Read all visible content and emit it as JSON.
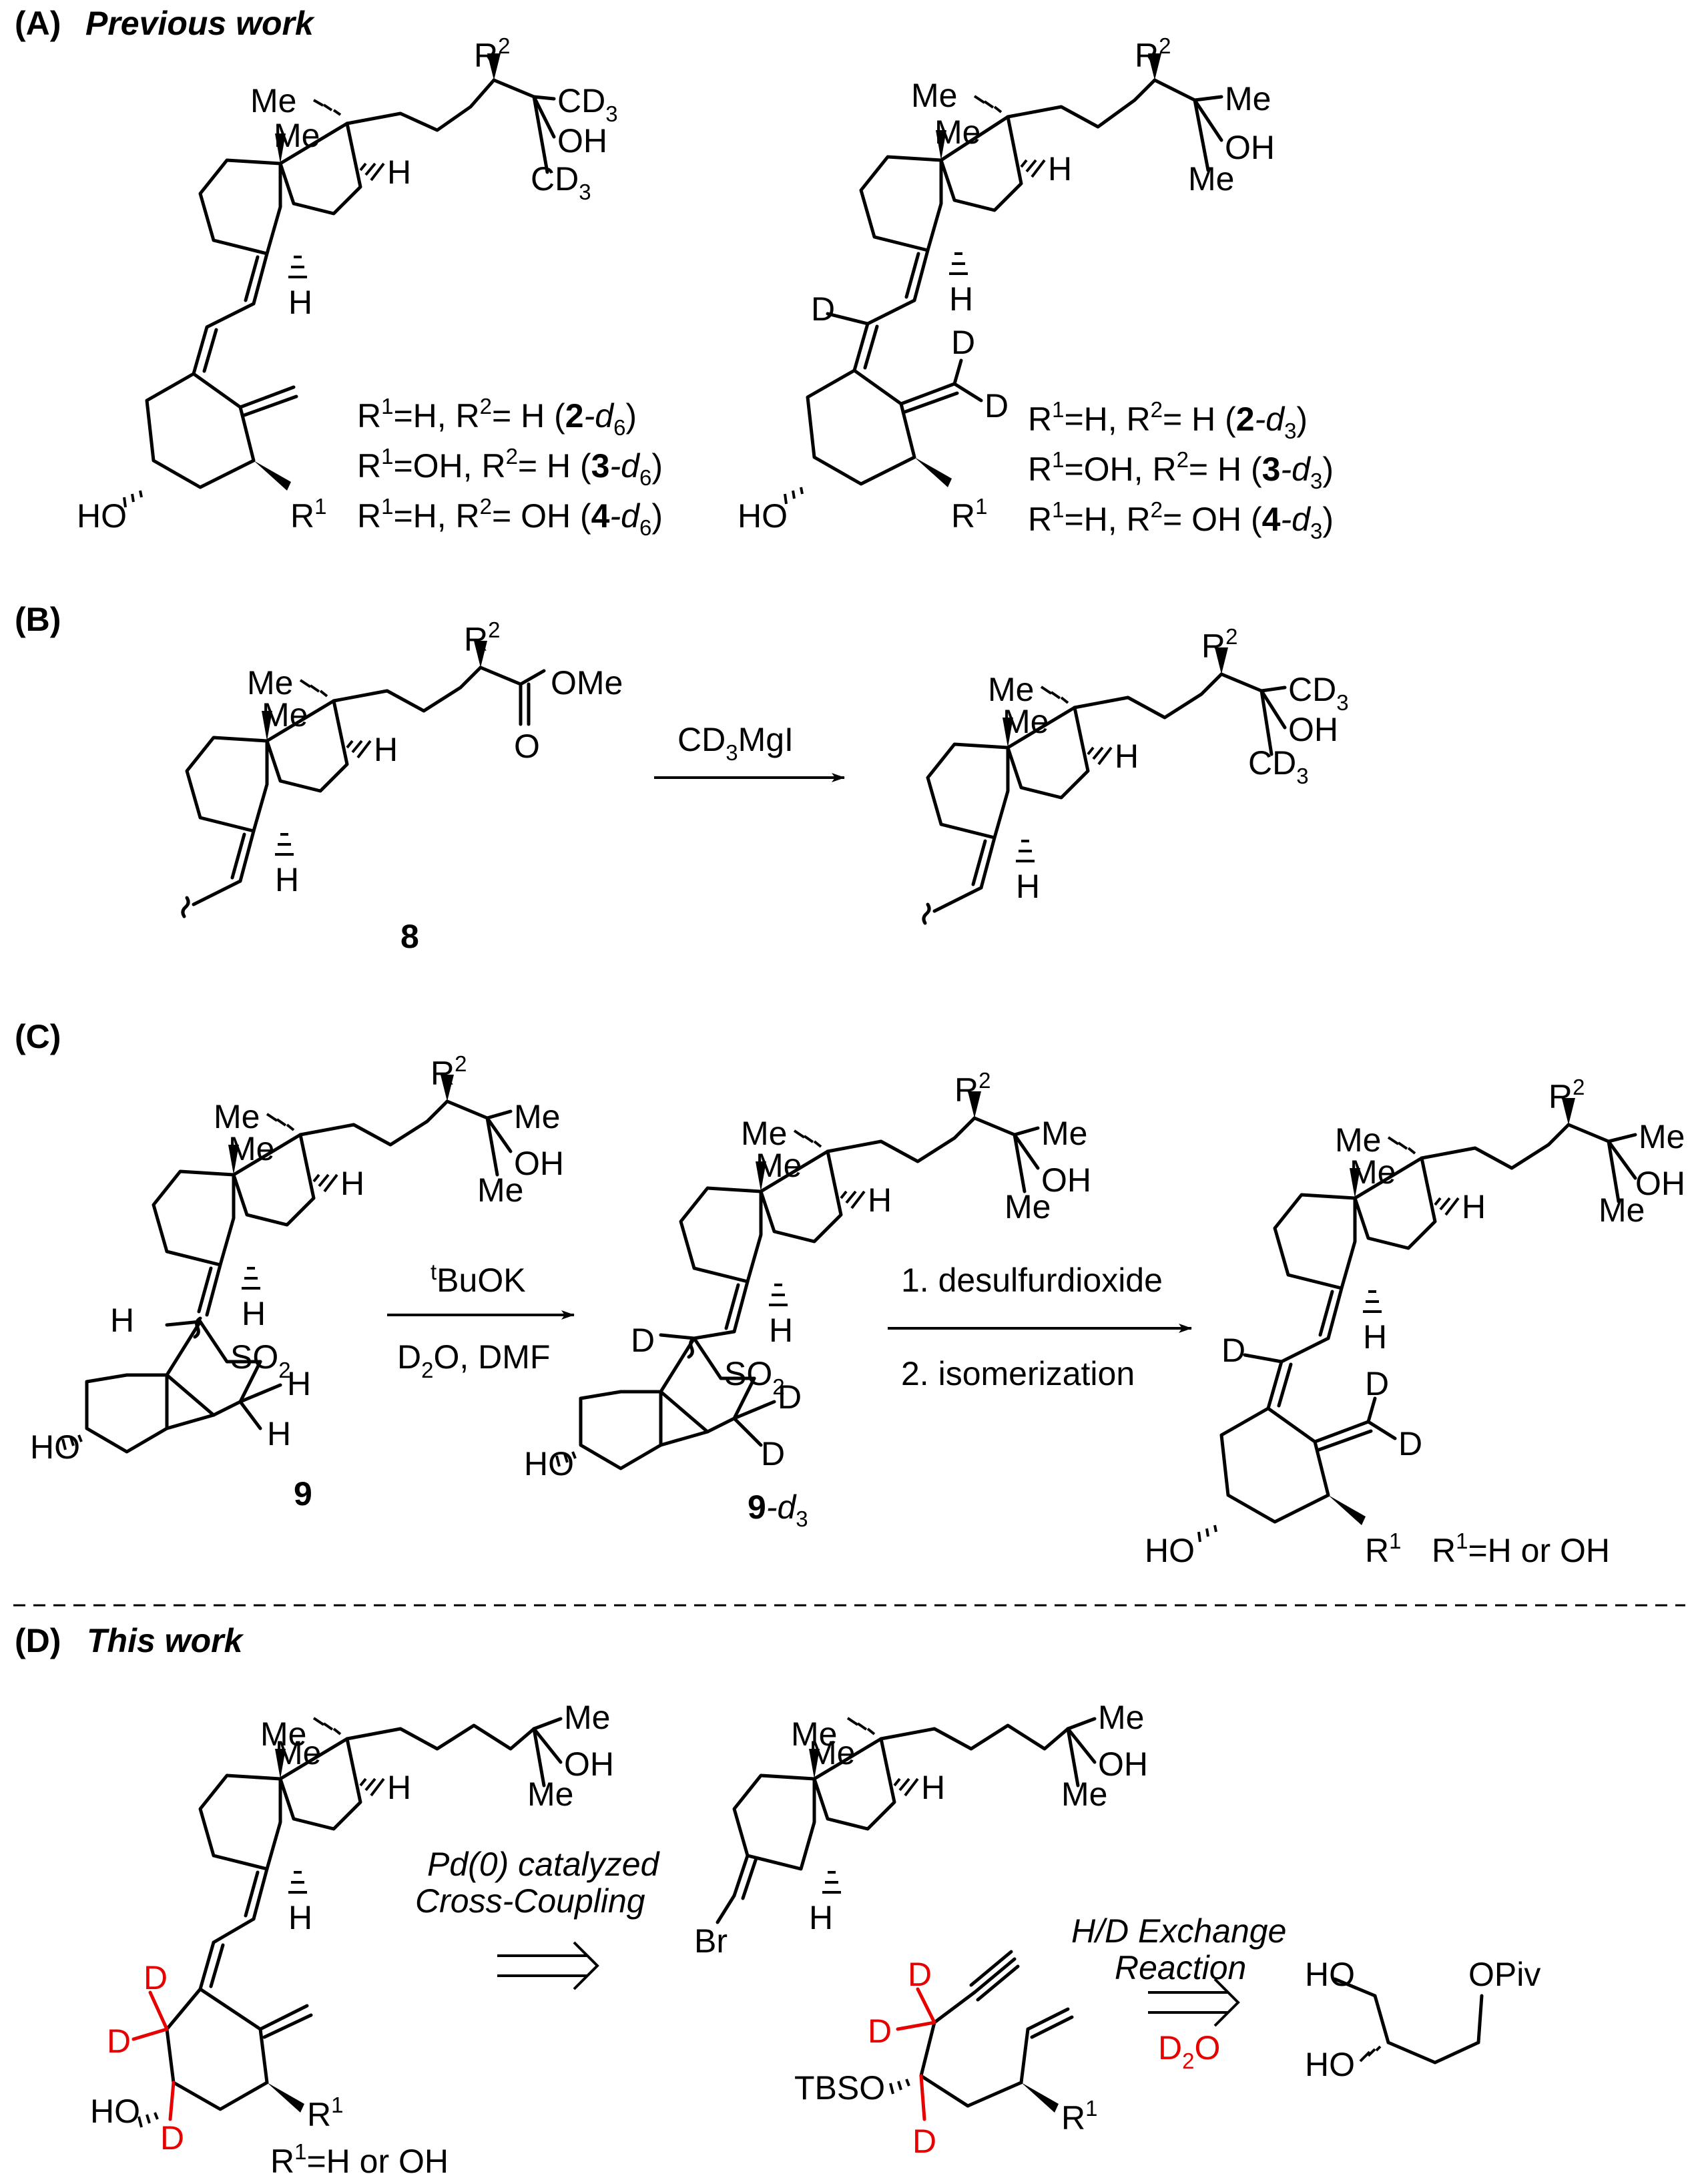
{
  "panels": {
    "a": {
      "letter": "(A)",
      "title": "Previous work"
    },
    "b": {
      "letter": "(B)"
    },
    "c": {
      "letter": "(C)"
    },
    "d": {
      "letter": "(D)",
      "title": "This work"
    }
  },
  "atoms": {
    "me": "Me",
    "h": "H",
    "d": "D",
    "oh": "OH",
    "ho": "HO",
    "o": "O",
    "ome": "OMe",
    "br": "Br",
    "tbso": "TBSO",
    "opiv": "OPiv",
    "so": "SO",
    "cd": "CD",
    "r": "R",
    "sub1": "1",
    "sub2": "2",
    "sub3": "3"
  },
  "labels_a_left": [
    {
      "t1": "R",
      "s1": "1",
      "t2": "=H, R",
      "s2": "2",
      "t3": "= H (",
      "cmp": "2",
      "iso": "-d",
      "isoSub": "6",
      "end": ")"
    },
    {
      "t1": "R",
      "s1": "1",
      "t2": "=OH, R",
      "s2": "2",
      "t3": "= H (",
      "cmp": "3",
      "iso": "-d",
      "isoSub": "6",
      "end": ")"
    },
    {
      "t1": "R",
      "s1": "1",
      "t2": "=H, R",
      "s2": "2",
      "t3": "= OH (",
      "cmp": "4",
      "iso": "-d",
      "isoSub": "6",
      "end": ")"
    }
  ],
  "labels_a_right": [
    {
      "t1": "R",
      "s1": "1",
      "t2": "=H, R",
      "s2": "2",
      "t3": "= H (",
      "cmp": "2",
      "iso": "-d",
      "isoSub": "3",
      "end": ")"
    },
    {
      "t1": "R",
      "s1": "1",
      "t2": "=OH, R",
      "s2": "2",
      "t3": "= H (",
      "cmp": "3",
      "iso": "-d",
      "isoSub": "3",
      "end": ")"
    },
    {
      "t1": "R",
      "s1": "1",
      "t2": "=H, R",
      "s2": "2",
      "t3": "= OH (",
      "cmp": "4",
      "iso": "-d",
      "isoSub": "3",
      "end": ")"
    }
  ],
  "compounds": {
    "c8": "8",
    "c9": "9",
    "c9d": "9",
    "c9d_iso": "-d",
    "c9d_sub": "3"
  },
  "reagents": {
    "b_grignard_1": "CD",
    "b_grignard_sub": "3",
    "b_grignard_2": "MgI",
    "c_base_sup": "t",
    "c_base": "BuOK",
    "c_solvent_1": "D",
    "c_solvent_sub": "2",
    "c_solvent_2": "O, DMF",
    "c_step1": "1. desulfurdioxide",
    "c_step2": "2.  isomerization",
    "d_pd_1": "Pd(0) catalyzed",
    "d_pd_2": "Cross-Coupling",
    "d_hd_1": "H/D Exchange",
    "d_hd_2": "Reaction",
    "d_d2o_1": "D",
    "d_d2o_sub": "2",
    "d_d2o_2": "O"
  },
  "substituent_notes": {
    "c_result": "=H or OH",
    "d_result": "=H or OH"
  },
  "colors": {
    "ink": "#000000",
    "highlight": "#e60000"
  }
}
